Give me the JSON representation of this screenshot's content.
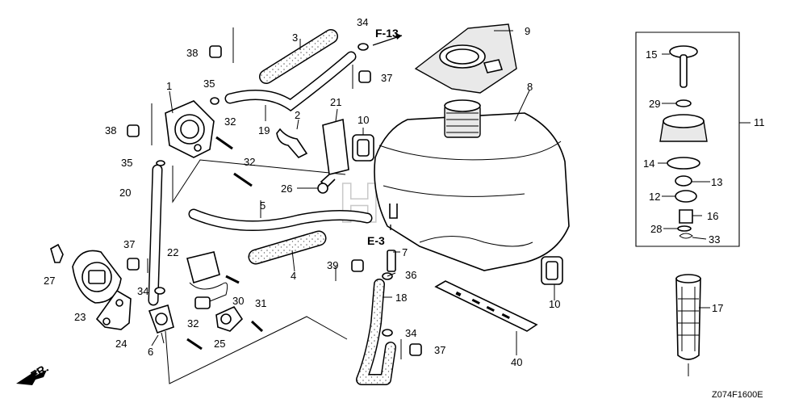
{
  "diagram": {
    "figure_code": "Z074F1600E",
    "watermark": "HONDA",
    "refs": {
      "f13": "F-13",
      "e3": "E-3",
      "front": "FR."
    },
    "part_numbers": [
      "1",
      "2",
      "3",
      "4",
      "5",
      "6",
      "7",
      "8",
      "9",
      "10",
      "10",
      "11",
      "12",
      "13",
      "14",
      "15",
      "16",
      "17",
      "18",
      "19",
      "20",
      "21",
      "22",
      "23",
      "24",
      "25",
      "26",
      "27",
      "28",
      "29",
      "30",
      "31",
      "32",
      "32",
      "32",
      "33",
      "34",
      "34",
      "34",
      "35",
      "35",
      "36",
      "37",
      "37",
      "37",
      "38",
      "38",
      "39",
      "40"
    ]
  }
}
